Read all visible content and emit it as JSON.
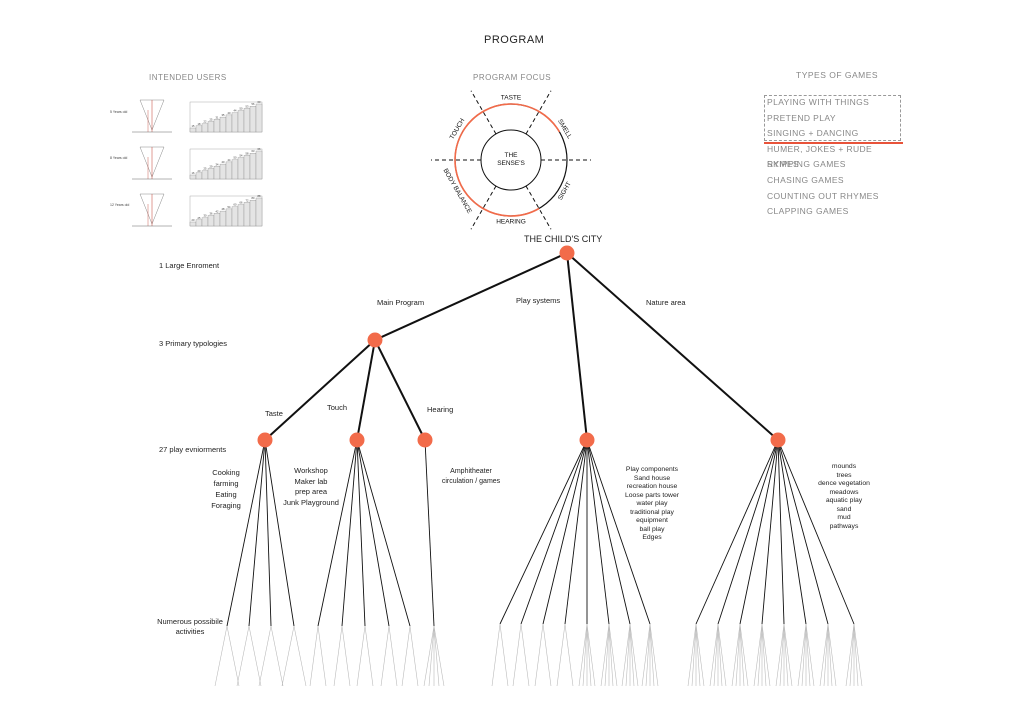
{
  "title": "PROGRAM",
  "intended_users": {
    "heading": "INTENDED USERS",
    "rows": [
      {
        "label": "5 Years old",
        "steps": [
          "15",
          "18",
          "22",
          "25",
          "31",
          "35",
          "40",
          "44",
          "50",
          "53",
          "56",
          "60"
        ]
      },
      {
        "label": "8 Years old",
        "steps": [
          "16",
          "20",
          "25",
          "29",
          "34",
          "40",
          "44",
          "50",
          "54",
          "58",
          "63",
          "66"
        ]
      },
      {
        "label": "12 Years old",
        "steps": [
          "20",
          "25",
          "30",
          "36",
          "42",
          "48",
          "54",
          "60",
          "66",
          "72",
          "80",
          "88"
        ]
      }
    ]
  },
  "program_focus": {
    "heading": "PROGRAM FOCUS",
    "center": "THE SENSE'S",
    "senses": [
      "TASTE",
      "SMELL",
      "SIGHT",
      "HEARING",
      "BODY BALANCE",
      "TOUCH"
    ]
  },
  "types_of_games": {
    "heading": "TYPES OF GAMES",
    "items": [
      "PLAYING WITH THINGS",
      "PRETEND PLAY",
      "SINGING + DANCING",
      "HUMER, JOKES + RUDE RYMES",
      "SKIPPING GAMES",
      "CHASING GAMES",
      "COUNTING OUT RHYMES",
      "CLAPPING GAMES"
    ]
  },
  "levels": [
    "1 Large Enroment",
    "3 Primary typologies",
    "27 play evniorments",
    "Numerous possibile activities"
  ],
  "tree": {
    "root": "THE CHILD'S CITY",
    "branches": [
      "Main Program",
      "Play systems",
      "Nature area"
    ],
    "main_children": [
      "Taste",
      "Touch",
      "Hearing"
    ],
    "activities": {
      "taste": [
        "Cooking",
        "farming",
        "Eating",
        "Foraging"
      ],
      "touch": [
        "Workshop",
        "Maker lab",
        "prep area",
        "Junk Playground"
      ],
      "hearing": [
        "Amphitheater",
        "circulation / games"
      ],
      "play_systems": [
        "Play components",
        "Sand house",
        "recreation house",
        "Loose parts tower",
        "water play",
        "traditional play",
        "equipment",
        "ball play",
        "Edges"
      ],
      "nature": [
        "mounds",
        "trees",
        "dence vegetation",
        "meadows",
        "aquatic play",
        "sand",
        "mud",
        "pathways"
      ]
    }
  },
  "colors": {
    "accent": "#f26b4a",
    "line": "#111111",
    "muted": "#888888"
  }
}
